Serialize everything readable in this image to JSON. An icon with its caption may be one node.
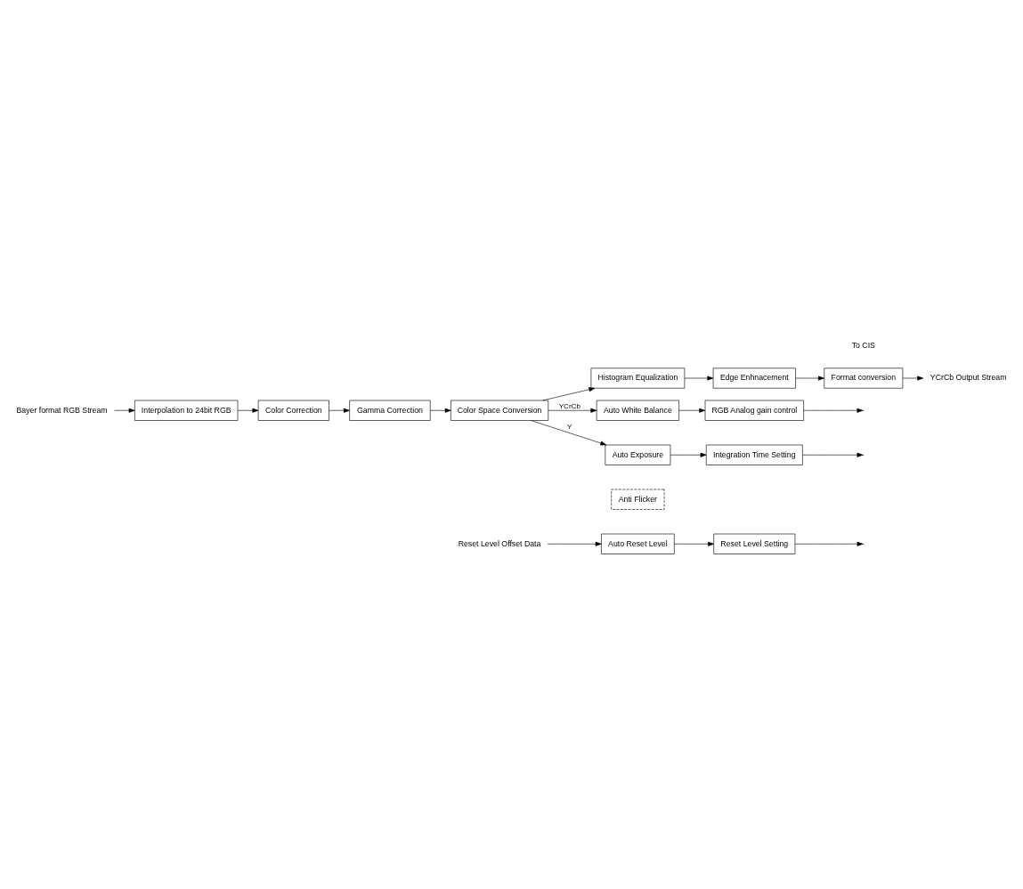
{
  "diagram": {
    "nodes": [
      {
        "text": [
          "Bayer format RGB Stream"
        ]
      },
      {
        "text": [
          "Interpolation to 24bit RGB"
        ]
      },
      {
        "text": [
          "Color Correction"
        ]
      },
      {
        "text": [
          "Gamma Correction"
        ]
      },
      {
        "text": [
          "Color Space Conversion"
        ]
      },
      {
        "text": [
          "Histogram Equalization"
        ]
      },
      {
        "text": [
          "Edge Enhnacement"
        ]
      },
      {
        "text": [
          "Format conversion"
        ]
      },
      {
        "text": [
          "YCrCb Output Stream"
        ]
      },
      {
        "text": [
          "Auto White Balance"
        ]
      },
      {
        "text": [
          "Auto Exposure"
        ]
      },
      {
        "text": [
          "Anti Flicker"
        ]
      },
      {
        "text": [
          "Auto Reset Level"
        ]
      },
      {
        "text": [
          "RGB Analog gain control"
        ]
      },
      {
        "text": [
          "Integration Time Setting"
        ]
      },
      {
        "text": [
          "Reset Level Setting"
        ]
      },
      {
        "text": [
          "Reset Level Offset Data"
        ]
      }
    ],
    "edges": [
      {
        "from": 0,
        "to": 1,
        "arrow": "to"
      },
      {
        "from": 1,
        "to": 2,
        "arrow": "to"
      },
      {
        "from": 2,
        "to": 3,
        "arrow": "to"
      },
      {
        "from": 3,
        "to": 4,
        "arrow": "to"
      },
      {
        "from": 4,
        "to": 5,
        "arrow": "to"
      },
      {
        "from": 5,
        "to": 6,
        "arrow": "to"
      },
      {
        "from": 6,
        "to": 7,
        "arrow": "to"
      },
      {
        "from": 7,
        "to": 8,
        "arrow": "to"
      },
      {
        "from": 4,
        "to": 9,
        "arrow": "to",
        "label": "YCrCb"
      },
      {
        "from": 4,
        "to": 10,
        "arrow": "to",
        "label": "Y"
      },
      {
        "from": 16,
        "to": 12,
        "arrow": "to"
      },
      {
        "from": 9,
        "to": 13,
        "arrow": "to"
      },
      {
        "from": 10,
        "to": 14,
        "arrow": "to"
      },
      {
        "from": 12,
        "to": 15,
        "arrow": "to"
      },
      {
        "from": 13,
        "to": null,
        "arrow": "to"
      },
      {
        "from": 14,
        "to": null,
        "arrow": "to"
      },
      {
        "from": 15,
        "to": null,
        "arrow": "to"
      }
    ],
    "labels": [
      "To CIS"
    ]
  }
}
